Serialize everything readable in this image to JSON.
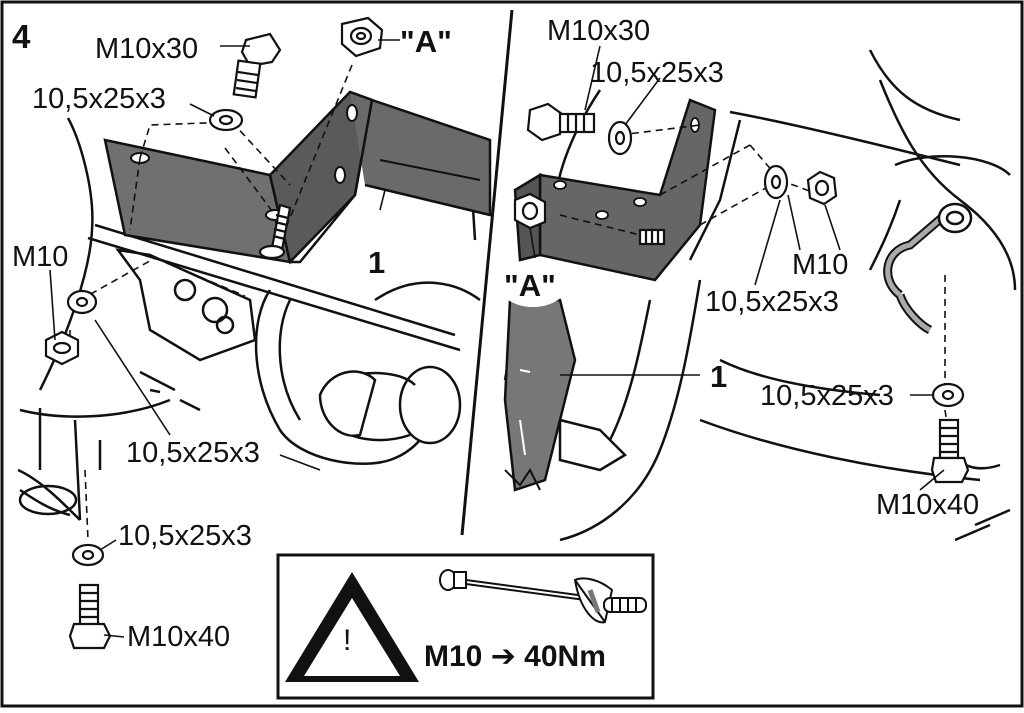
{
  "step_number": "4",
  "left_view": {
    "bolt_top": "M10x30",
    "washer_top": "10,5x25x3",
    "nut_marker": "\"A\"",
    "nut_side": "M10",
    "washer_lower": "10,5x25x3",
    "washer_bottom": "10,5x25x3",
    "bolt_bottom": "M10x40",
    "part_callout": "1"
  },
  "right_view": {
    "bolt_top": "M10x30",
    "washer_top": "10,5x25x3",
    "bolt_marker": "\"A\"",
    "nut_right": "M10",
    "washer_right": "10,5x25x3",
    "part_callout": "1",
    "washer_far": "10,5x25x3",
    "bolt_far": "M10x40"
  },
  "warning_box": {
    "icon": "warning-triangle-icon",
    "tool_icon": "torque-wrench-icon",
    "torque_text": "M10 ➔ 40Nm"
  },
  "colors": {
    "bracket": "#707070",
    "line": "#111111",
    "background": "#ffffff"
  }
}
